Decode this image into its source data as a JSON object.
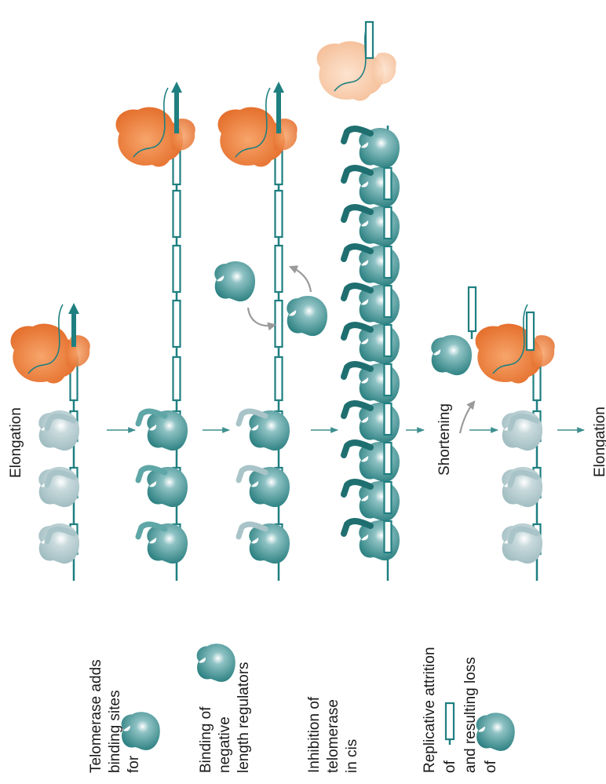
{
  "labels": {
    "elongation_top": "Elongation",
    "shortening": "Shortening",
    "elongation_bottom": "Elongation"
  },
  "captions": [
    {
      "lines": [
        "Telomerase adds",
        "binding sites",
        "for"
      ]
    },
    {
      "lines": [
        "Binding of",
        "negative",
        "length regulators"
      ]
    },
    {
      "lines": [
        "Inhibition of",
        "telomerase",
        "in cis"
      ]
    },
    {
      "lines": [
        "Replicative attrition",
        "of",
        "and resulting loss",
        "of"
      ]
    }
  ],
  "colors": {
    "dna": "#1f7f80",
    "regulator_protein": "#2f8a8b",
    "regulator_faded": "#a9c4c8",
    "telomerase": "#e8712a",
    "telomerase_faded": "#f4bf99",
    "arrow_grey": "#9a9a9a"
  },
  "icons": {
    "regulator": "negative-length-regulator-protein-icon",
    "telomerase": "telomerase-enzyme-icon",
    "repeat": "telomeric-repeat-segment-icon"
  }
}
